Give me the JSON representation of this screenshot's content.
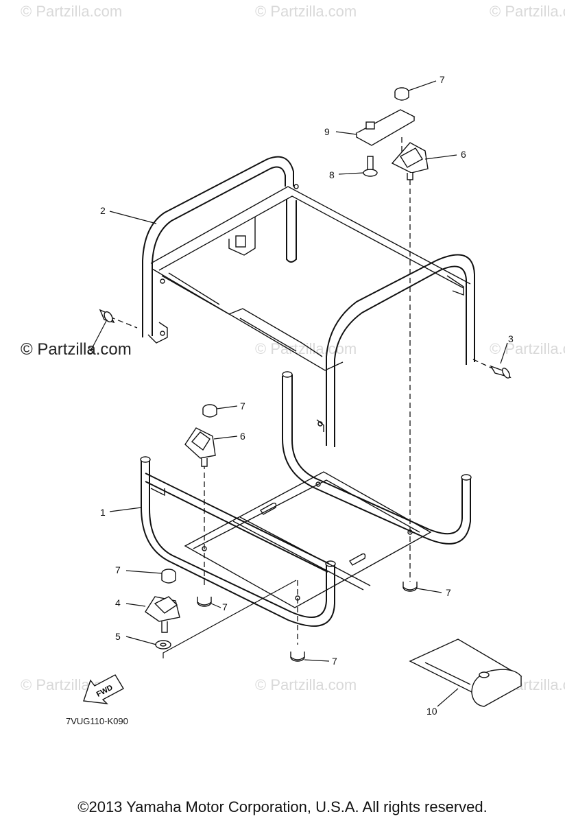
{
  "watermarks": {
    "faint": "© Partzilla.com",
    "strong": "© Partzilla.com"
  },
  "callouts": {
    "c1": "1",
    "c2": "2",
    "c3a": "3",
    "c3b": "3",
    "c4": "4",
    "c5": "5",
    "c6a": "6",
    "c6b": "6",
    "c7a": "7",
    "c7b": "7",
    "c7c": "7",
    "c7d": "7",
    "c7e": "7",
    "c7f": "7",
    "c8": "8",
    "c9": "9",
    "c10": "10"
  },
  "fwd_label": "FWD",
  "diagram_code": "7VUG110-K090",
  "copyright": "©2013  Yamaha Motor Corporation, U.S.A. All rights reserved."
}
